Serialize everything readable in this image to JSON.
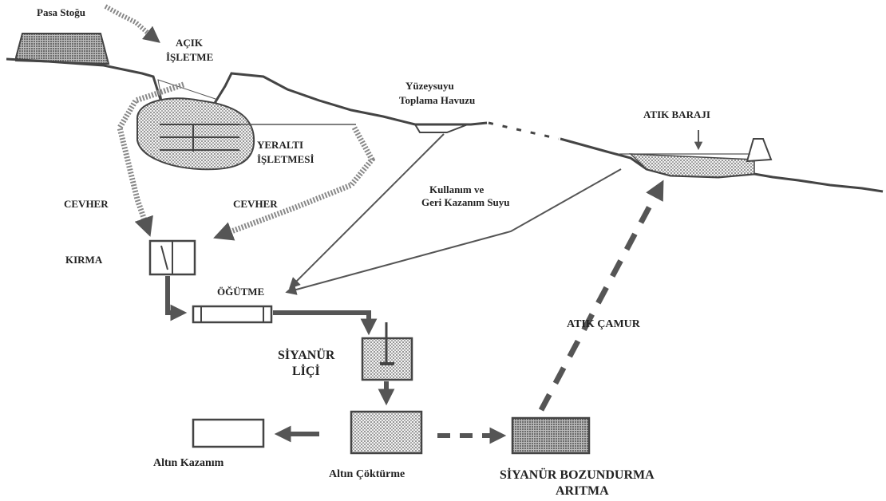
{
  "labels": {
    "pasa_stogu": "Pasa Stoğu",
    "acik_1": "AÇIK",
    "acik_2": "İŞLETME",
    "yuzey_1": "Yüzeysuyu",
    "yuzey_2": "Toplama Havuzu",
    "atik_baraji": "ATIK BARAJI",
    "yeralti_1": "YERALTI",
    "yeralti_2": "İŞLETMESİ",
    "cevher_left": "CEVHER",
    "cevher_right": "CEVHER",
    "kullanim_1": "Kullanım ve",
    "kullanim_2": "Geri Kazanım Suyu",
    "kirma": "KIRMA",
    "ogutme": "ÖĞÜTME",
    "siyanur_1": "SİYANÜR",
    "siyanur_2": "LİÇİ",
    "atik_camur": "ATIK ÇAMUR",
    "altin_kazanim": "Altın Kazanım",
    "altin_cokturme": "Altın Çöktürme",
    "bozundurma_1": "SİYANÜR BOZUNDURMA",
    "bozundurma_2": "ARITMA"
  }
}
